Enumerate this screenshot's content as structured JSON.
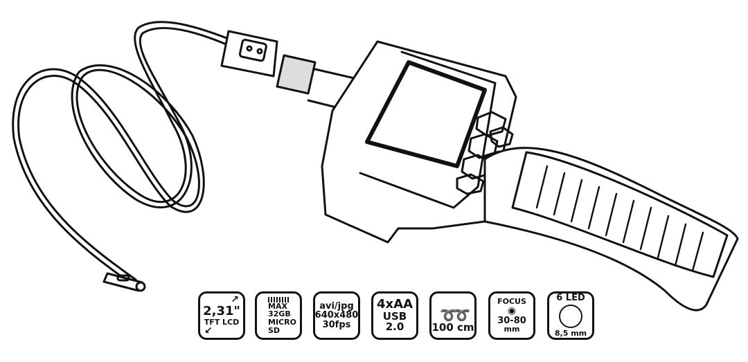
{
  "badges": [
    {
      "id": "screen",
      "big": "2,31\"",
      "small": "TFT LCD",
      "icon": "diagonal-arrow-icon"
    },
    {
      "id": "sd",
      "lines": [
        "MAX",
        "32GB",
        "MICRO",
        "SD"
      ],
      "icon": "microsd-card-icon"
    },
    {
      "id": "video",
      "lines": [
        "avi/jpg",
        "640x480",
        "30fps"
      ]
    },
    {
      "id": "power",
      "lines": [
        "4xAA",
        "USB 2.0"
      ]
    },
    {
      "id": "cable",
      "label": "100 cm",
      "icon": "coiled-cable-icon"
    },
    {
      "id": "focus",
      "title": "FOCUS",
      "range": "30-80",
      "unit": "mm",
      "icon": "eye-icon"
    },
    {
      "id": "led",
      "title": "6 LED",
      "size": "8,5 mm",
      "icon": "led-ring-icon"
    }
  ]
}
